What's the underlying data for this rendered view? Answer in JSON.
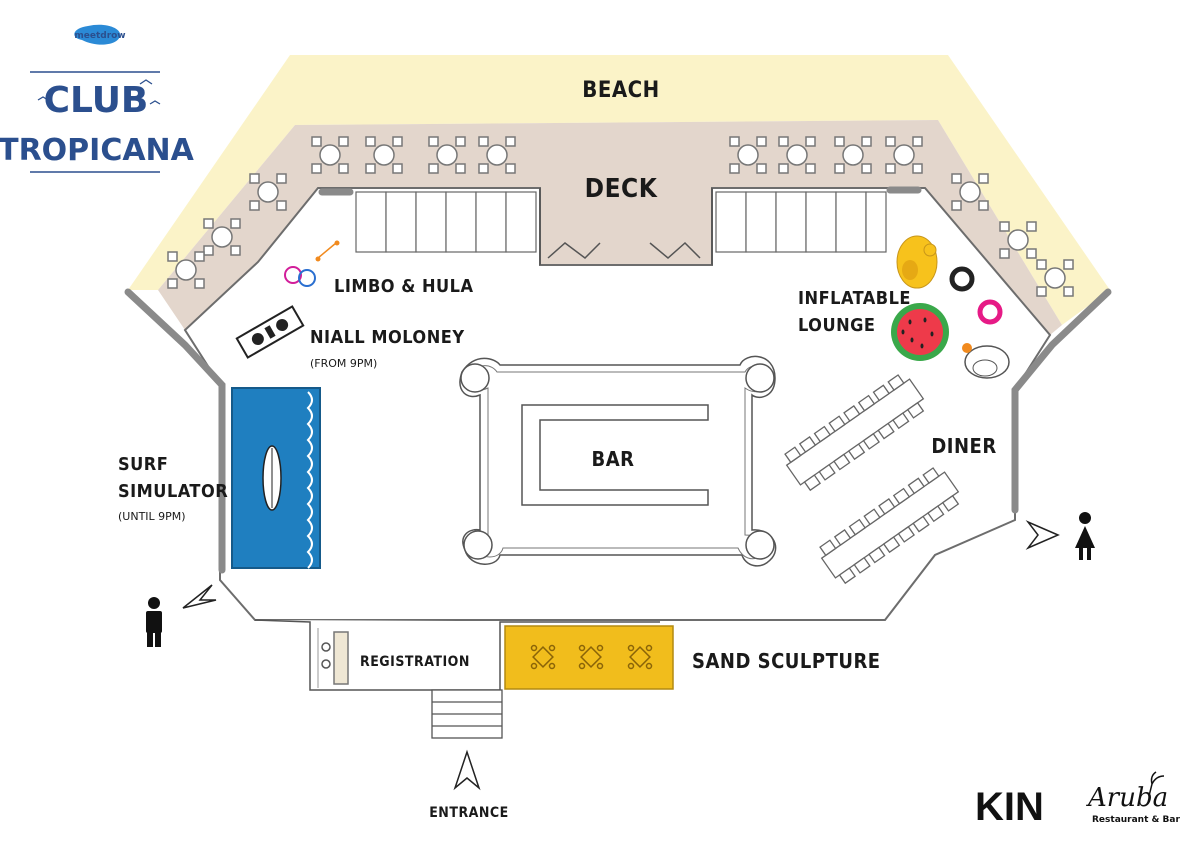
{
  "logo": {
    "brand_small": "meetdrow",
    "title_line1": "CLUB",
    "title_line2": "TROPICANA"
  },
  "areas": {
    "beach": "BEACH",
    "deck": "DECK",
    "bar": "BAR",
    "diner": "DINER",
    "limbo": "LIMBO & HULA",
    "dj": "NIALL MOLONEY",
    "dj_time": "(FROM 9PM)",
    "inflatable_1": "INFLATABLE",
    "inflatable_2": "LOUNGE",
    "surf_1": "SURF",
    "surf_2": "SIMULATOR",
    "surf_time": "(UNTIL 9PM)",
    "registration": "REGISTRATION",
    "sand": "SAND SCULPTURE",
    "entrance": "ENTRANCE"
  },
  "sponsors": {
    "kin": "KIN",
    "aruba": "Aruba",
    "aruba_sub": "Restaurant & Bar"
  },
  "icons": [
    "male-toilet-icon",
    "female-toilet-icon",
    "surfboard-icon",
    "dj-deck-icon",
    "hula-hoop-icon",
    "flamingo-float-icon",
    "watermelon-float-icon",
    "ring-float-icon",
    "swan-float-icon",
    "entrance-arrow-icon"
  ],
  "colors": {
    "beach": "#fbf3c8",
    "deck": "#e3d6cc",
    "surf": "#1f7fc0",
    "sand": "#f1bd1c",
    "wall": "#7a7a7a"
  }
}
